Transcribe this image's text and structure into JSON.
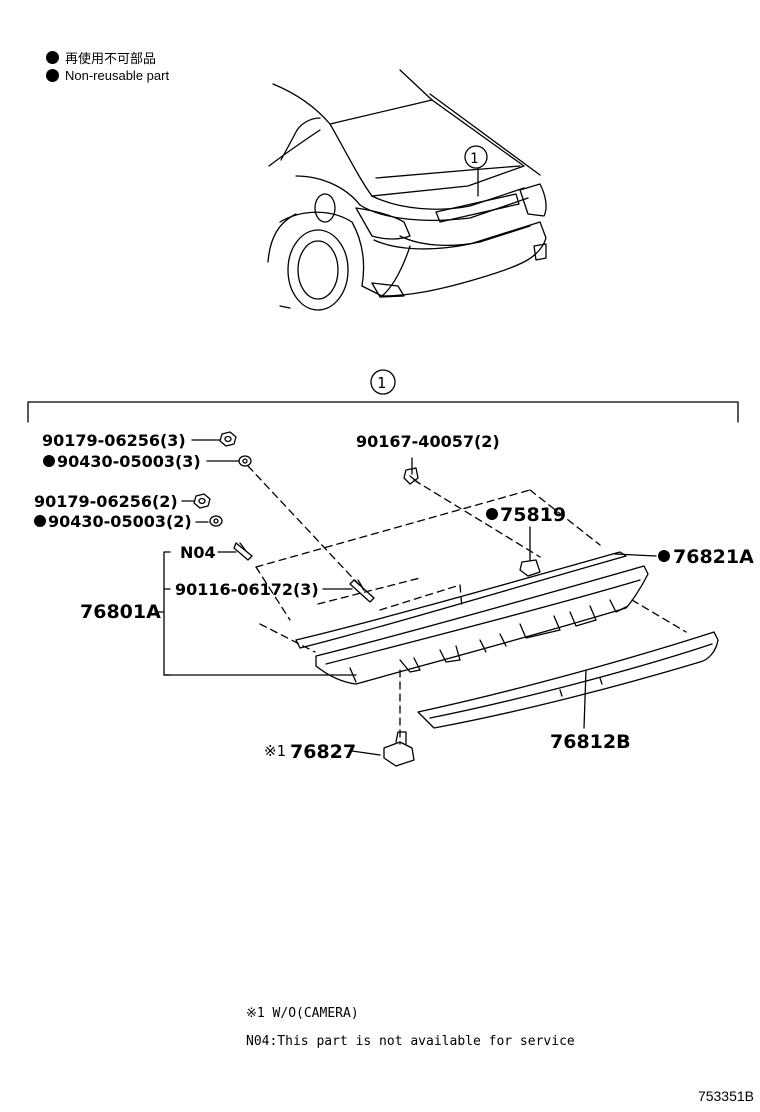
{
  "legend": {
    "items": [
      {
        "text": "再使用不可部品"
      },
      {
        "text": "Non-reusable part"
      }
    ]
  },
  "callout_main": "1",
  "parts": {
    "p1": "90179-06256(3)",
    "p2": "90430-05003(3)",
    "p3": "90167-40057(2)",
    "p4": "90179-06256(2)",
    "p5": "90430-05003(2)",
    "p6": "75819",
    "p7": "N04",
    "p8": "76821A",
    "p9": "90116-06172(3)",
    "p10": "76801A",
    "p11": "76827",
    "p11_mark": "※1",
    "p12": "76812B"
  },
  "notes": {
    "n1": "※1 W/O(CAMERA)",
    "n2": "N04:This part is not available for service"
  },
  "diagram_code": "753351B"
}
